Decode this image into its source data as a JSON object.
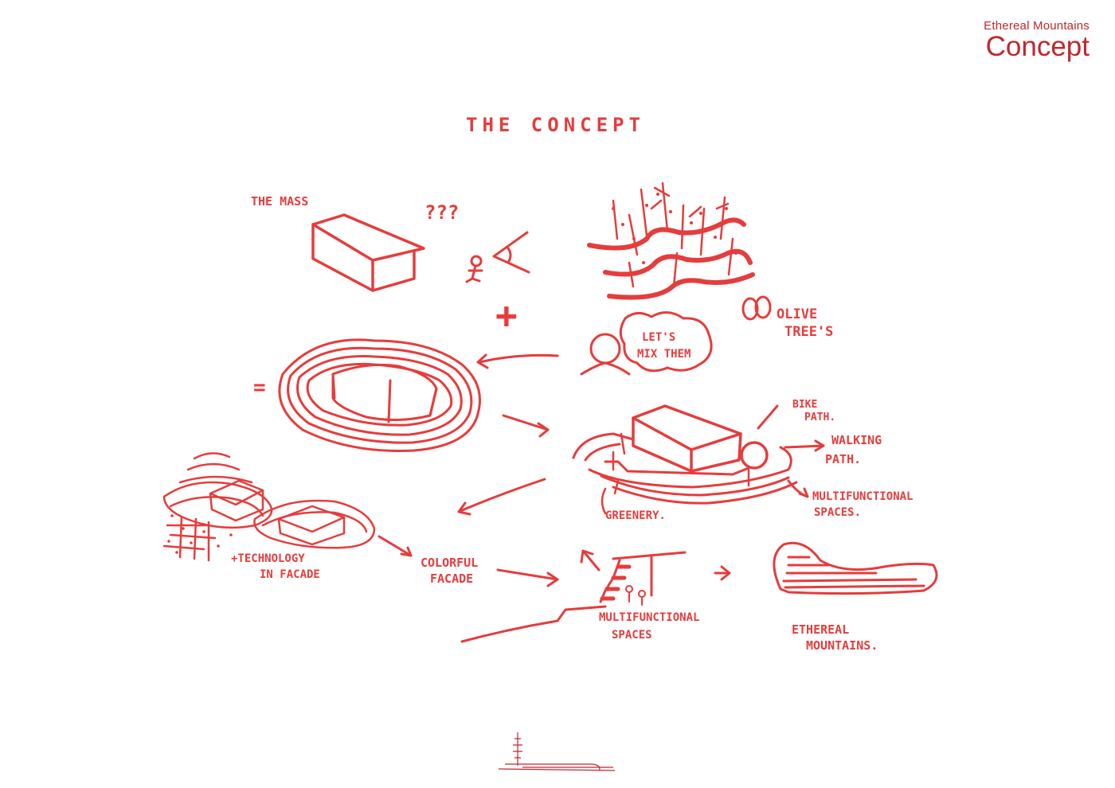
{
  "header": {
    "supertitle": "Ethereal Mountains",
    "title": "Concept"
  },
  "sketch": {
    "title": "THE CONCEPT",
    "labels": {
      "mass": "THE MASS",
      "question": "???",
      "plus": "+",
      "equals": "=",
      "olive_1": "OLIVE",
      "olive_2": "TREE'S",
      "mix_1": "LET'S",
      "mix_2": "MIX THEM",
      "bike_1": "BIKE",
      "bike_2": "PATH.",
      "walk_1": "WALKING",
      "walk_2": "PATH.",
      "multi_1": "MULTIFUNCTIONAL",
      "multi_2": "SPACES.",
      "greenery": "GREENERY.",
      "tech_1": "+TECHNOLOGY",
      "tech_2": "IN FACADE",
      "colorful_1": "COLORFUL",
      "colorful_2": "FACADE",
      "multi_b1": "MULTIFUNCTIONAL",
      "multi_b2": "SPACES",
      "ethereal_1": "ETHEREAL",
      "ethereal_2": "MOUNTAINS."
    },
    "ink_color": "#e63c3c"
  }
}
